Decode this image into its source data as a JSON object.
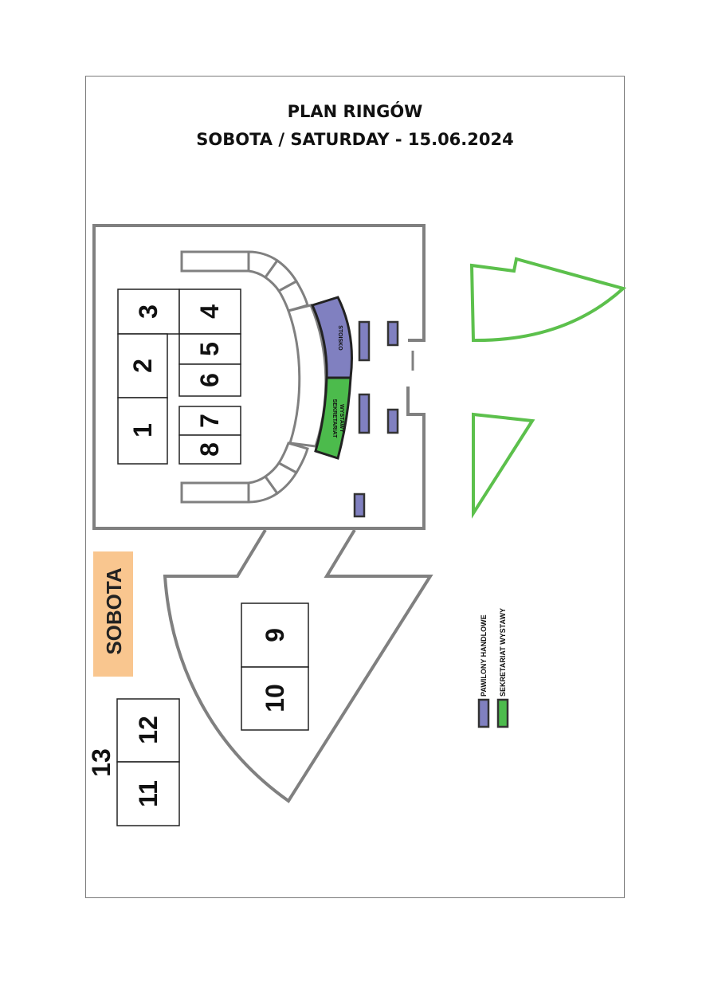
{
  "header": {
    "title": "PLAN RINGÓW",
    "subtitle": "SOBOTA / SATURDAY - 15.06.2024"
  },
  "rings": {
    "r1": "1",
    "r2": "2",
    "r3": "3",
    "r4": "4",
    "r5": "5",
    "r6": "6",
    "r7": "7",
    "r8": "8",
    "r9": "9",
    "r10": "10",
    "r11": "11",
    "r12": "12",
    "r13": "13"
  },
  "stage": {
    "stoisko": "STOISKO",
    "secretariat_line1": "SEKRETARIAT",
    "secretariat_line2": "WYSTAWY"
  },
  "day_badge": "SOBOTA",
  "legend": {
    "vendors": "PAWILONY HANDLOWE",
    "secretariat": "SEKRETARIAT WYSTAWY"
  },
  "colors": {
    "vendor": "#8080c0",
    "secretariat": "#4cbb4c",
    "outline": "#808080",
    "green_line": "#5cc04c",
    "badge": "#f9c68f"
  }
}
